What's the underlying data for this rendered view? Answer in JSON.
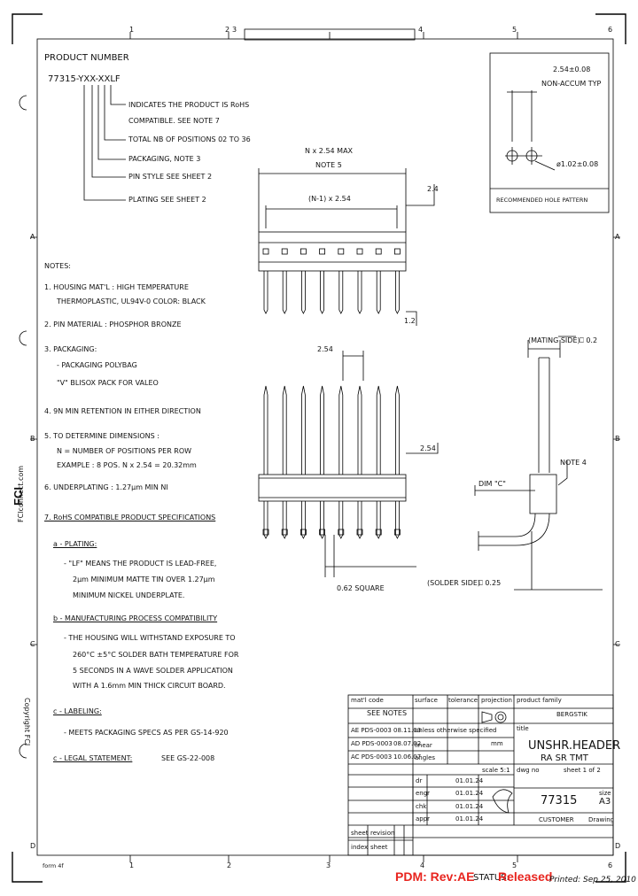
{
  "grid": {
    "top_cols": [
      "1",
      "2",
      "3",
      "4",
      "5",
      "6"
    ],
    "bottom_cols": [
      "1",
      "2",
      "3",
      "4",
      "5",
      "6"
    ],
    "left_rows": [
      "A",
      "B",
      "C",
      "D"
    ],
    "right_rows": [
      "A",
      "B",
      "C",
      "D"
    ]
  },
  "side_text": {
    "fci_url": "FCIconnect.com",
    "copyright": "Copyright FCI"
  },
  "product_number": {
    "heading": "PRODUCT NUMBER",
    "code": "77315-YXX-XXLF",
    "callouts": [
      "INDICATES THE PRODUCT IS RoHS",
      "COMPATIBLE. SEE NOTE 7",
      "TOTAL NB OF POSITIONS 02 TO 36",
      "PACKAGING, NOTE 3",
      "PIN STYLE SEE SHEET 2",
      "PLATING SEE SHEET 2"
    ]
  },
  "notes": {
    "heading": "NOTES:",
    "n1a": "1.  HOUSING MAT'L : HIGH TEMPERATURE",
    "n1b": "THERMOPLASTIC, UL94V-0 COLOR: BLACK",
    "n2": "2.  PIN MATERIAL : PHOSPHOR BRONZE",
    "n3": "3.  PACKAGING:",
    "n3a": "-  PACKAGING POLYBAG",
    "n3b": "\"V\" BLISOX PACK FOR VALEO",
    "n4": "4.  9N MIN RETENTION IN EITHER DIRECTION",
    "n5": "5.  TO DETERMINE DIMENSIONS :",
    "n5a": "N = NUMBER OF POSITIONS PER ROW",
    "n5b": "EXAMPLE : 8 POS.   N x 2.54 = 20.32mm",
    "n6": "6.  UNDERPLATING : 1.27µm MIN NI",
    "n7": "7.  RoHS COMPATIBLE PRODUCT SPECIFICATIONS",
    "a_head": "a  -  PLATING:",
    "a1": "- \"LF\" MEANS THE PRODUCT IS LEAD-FREE,",
    "a2": "2µm MINIMUM MATTE TIN OVER 1.27µm",
    "a3": "MINIMUM NICKEL UNDERPLATE.",
    "b_head": "b  -  MANUFACTURING PROCESS COMPATIBILITY",
    "b1": "- THE HOUSING WILL WITHSTAND EXPOSURE TO",
    "b2": "260°C ±5°C SOLDER BATH TEMPERATURE FOR",
    "b3": "5 SECONDS IN A WAVE SOLDER APPLICATION",
    "b4": "WITH A 1.6mm MIN THICK CIRCUIT BOARD.",
    "c_head": "c  -  LABELING:",
    "c1": "- MEETS PACKAGING SPECS AS PER GS-14-920",
    "d_head": "c  -  LEGAL STATEMENT:",
    "d1": "SEE GS-22-008"
  },
  "dims": {
    "hole_pitch": "2.54±0.08",
    "hole_note": "NON-ACCUM TYP",
    "hole_dia": "ø1.02±0.08",
    "hole_label": "RECOMMENDED HOLE PATTERN",
    "n_len": "N x 2.54 MAX",
    "note5": "NOTE 5",
    "n1_len": "(N-1) x 2.54",
    "d24": "2.4",
    "d12": "1.2",
    "d254a": "2.54",
    "d254b": "2.54",
    "square": "0.62 SQUARE",
    "mating": "(MATING SIDE)",
    "mating_tol": "⎕ 0.2",
    "note4": "NOTE 4",
    "dimc": "DIM \"C\"",
    "solder": "(SOLDER SIDE)",
    "solder_tol": "⎕ 0.25"
  },
  "title_block": {
    "matl_code": "mat'l code",
    "see_notes": "SEE NOTES",
    "surface": "surface",
    "tolerance": "tolerance",
    "projection": "projection",
    "product_family": "product family",
    "family": "BERGSTIK",
    "title_lbl": "title",
    "title1": "UNSHR.HEADER",
    "title2": "RA SR TMT",
    "dwg_no": "dwg no",
    "sheet_lbl": "sheet 1 of 2",
    "size": "size",
    "part": "77315",
    "rev": "A3",
    "customer": "CUSTOMER",
    "drawing": "Drawing",
    "scale": "scale 5:1",
    "rows": [
      "AE PDS-0003",
      "AD PDS-0003",
      "AC PDS-0003"
    ],
    "dates": [
      "08.11.03",
      "08.07.02",
      "10.06.07"
    ],
    "sign": [
      "dr",
      "engr",
      "chk",
      "appr"
    ],
    "sign_dates": [
      "01.01.24",
      "01.01.24",
      "01.01.24",
      "01.01.24"
    ],
    "sheet_index": "sheet",
    "revision": "revision",
    "index": "index",
    "sheet2": "sheet",
    "mm": "mm",
    "linear": "linear",
    "angular": "angles",
    "not_scale": "unless otherwise specified"
  },
  "footer": {
    "form": "form 4f",
    "pdm": "PDM: Rev:AE",
    "status_lbl": "STATUS:",
    "status": "Released",
    "printed": "Printed: Sep 25, 2010"
  }
}
